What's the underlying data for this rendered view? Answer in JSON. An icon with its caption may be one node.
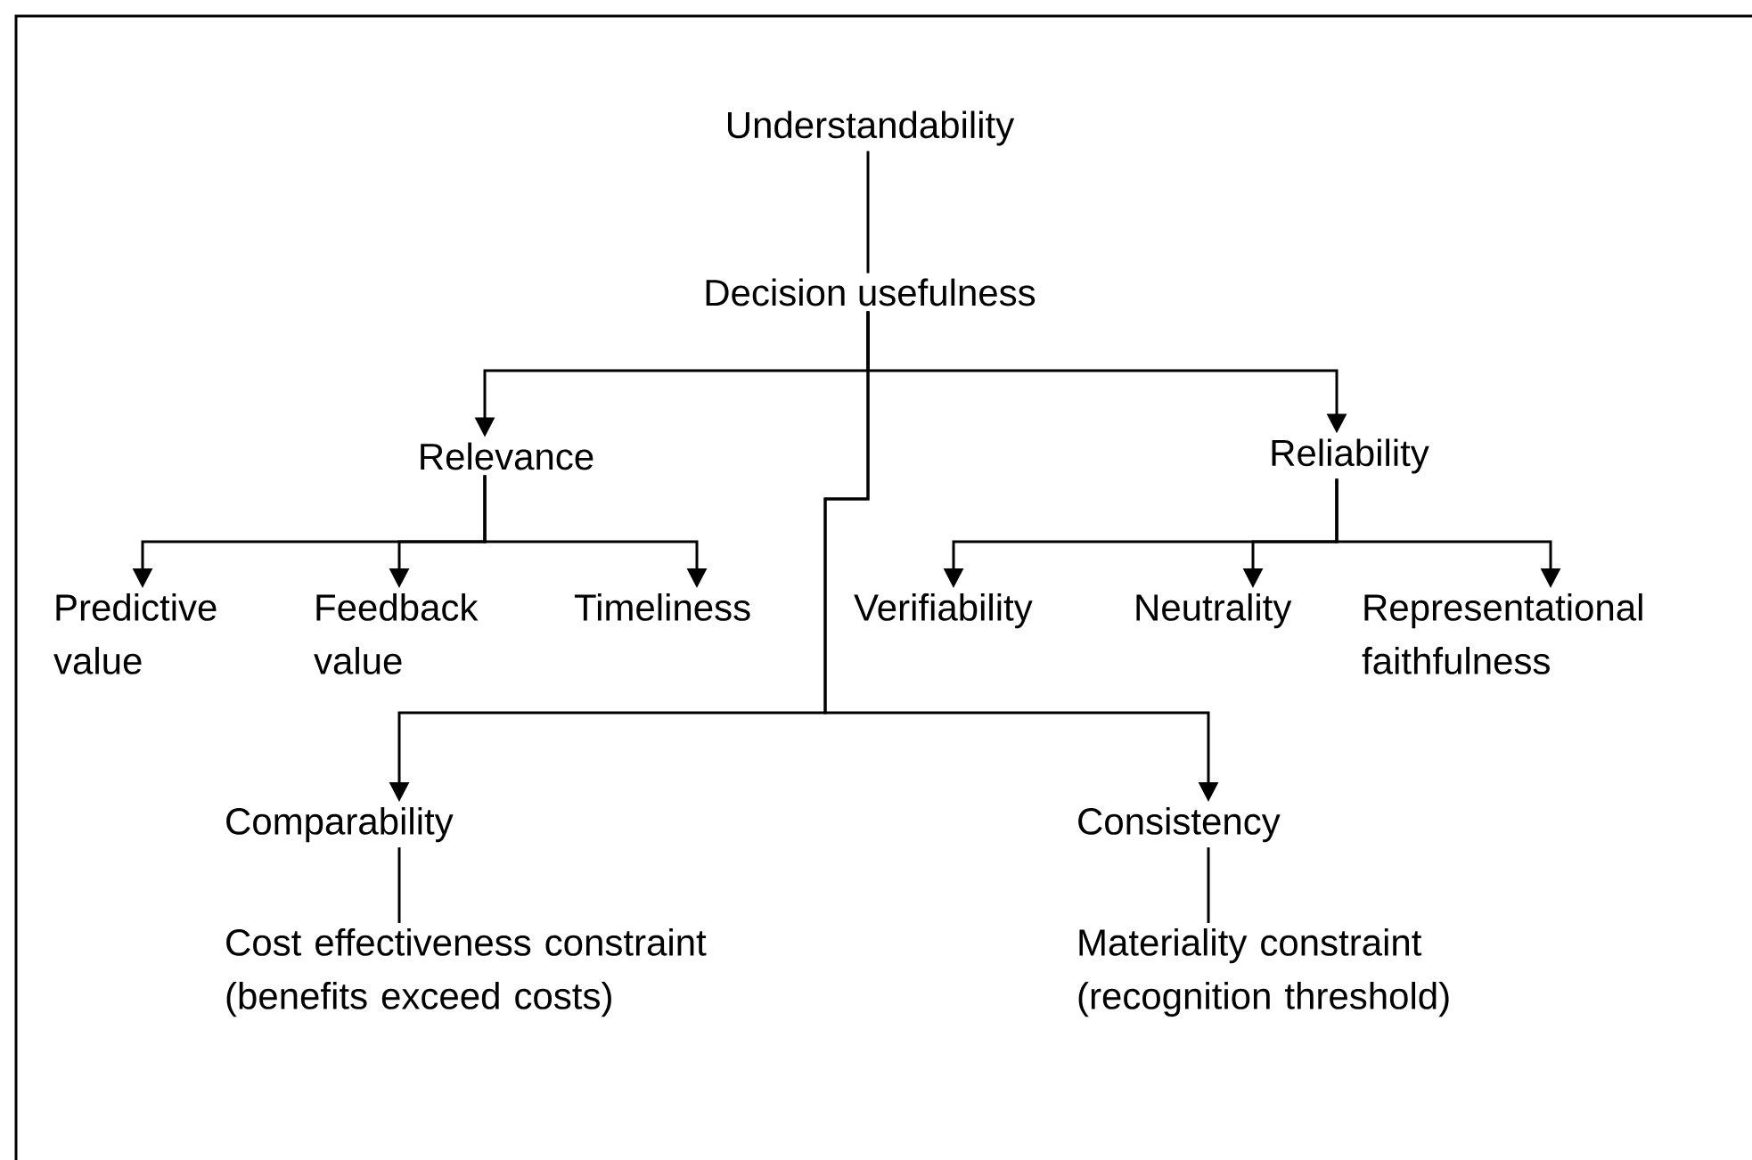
{
  "diagram": {
    "nodes": [
      {
        "text": [
          "Understandability"
        ]
      },
      {
        "text": [
          "Decision usefulness"
        ]
      },
      {
        "text": [
          "Relevance"
        ]
      },
      {
        "text": [
          "Reliability"
        ]
      },
      {
        "text": [
          "Predictive value"
        ]
      },
      {
        "text": [
          "Feedback value"
        ]
      },
      {
        "text": [
          "Timeliness"
        ]
      },
      {
        "text": [
          "Verifiability"
        ]
      },
      {
        "text": [
          "Neutrality"
        ]
      },
      {
        "text": [
          "Representational faithfulness"
        ]
      },
      {
        "text": [
          "Comparability"
        ]
      },
      {
        "text": [
          "Consistency"
        ]
      },
      {
        "text": [
          "Cost effectiveness constraint (benefits exceed costs)"
        ]
      },
      {
        "text": [
          "Materiality constraint (recognition threshold)"
        ]
      }
    ],
    "edges": [
      {
        "from": 0,
        "to": 1,
        "arrow": "none"
      },
      {
        "from": 1,
        "to": 2,
        "arrow": "to"
      },
      {
        "from": 1,
        "to": 3,
        "arrow": "to"
      },
      {
        "from": 1,
        "to": 10,
        "arrow": "to"
      },
      {
        "from": 1,
        "to": 11,
        "arrow": "to"
      },
      {
        "from": 2,
        "to": 4,
        "arrow": "to"
      },
      {
        "from": 2,
        "to": 5,
        "arrow": "to"
      },
      {
        "from": 2,
        "to": 6,
        "arrow": "to"
      },
      {
        "from": 3,
        "to": 7,
        "arrow": "to"
      },
      {
        "from": 3,
        "to": 8,
        "arrow": "to"
      },
      {
        "from": 3,
        "to": 9,
        "arrow": "to"
      },
      {
        "from": 10,
        "to": 12,
        "arrow": "none"
      },
      {
        "from": 11,
        "to": 13,
        "arrow": "none"
      }
    ]
  }
}
